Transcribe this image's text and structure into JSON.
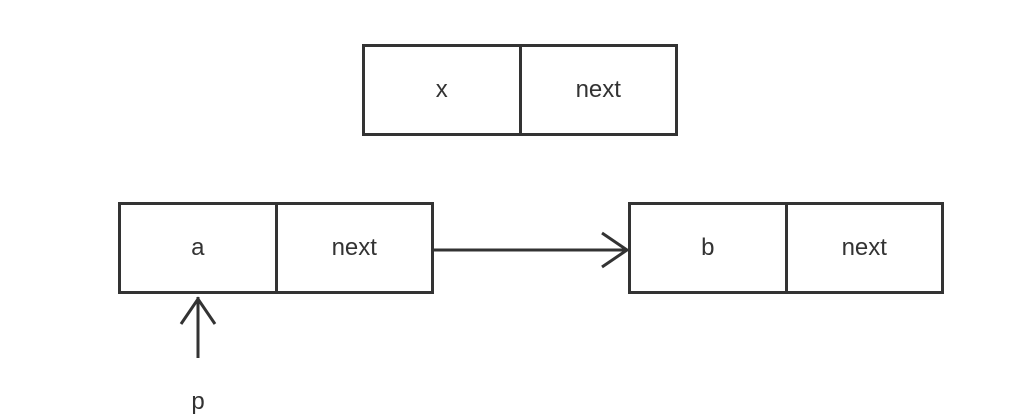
{
  "nodes": {
    "x": {
      "data": "x",
      "next": "next"
    },
    "a": {
      "data": "a",
      "next": "next"
    },
    "b": {
      "data": "b",
      "next": "next"
    }
  },
  "pointer": {
    "label": "p"
  },
  "colors": {
    "stroke": "#333333",
    "background": "#ffffff"
  }
}
